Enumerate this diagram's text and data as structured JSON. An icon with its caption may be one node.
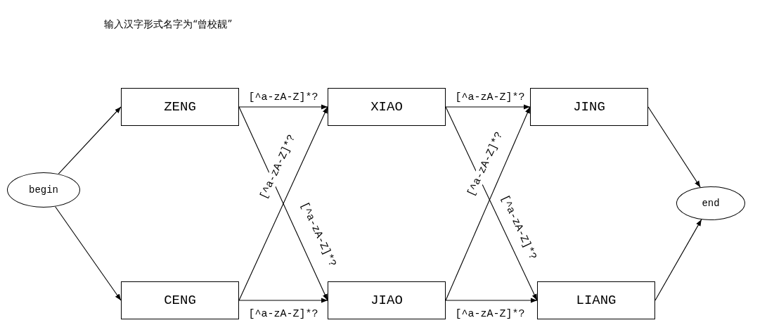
{
  "diagram": {
    "title": "输入汉字形式名字为“曾校靓”",
    "nodes": [
      {
        "text": [
          "begin"
        ]
      },
      {
        "text": [
          "ZENG"
        ]
      },
      {
        "text": [
          "CENG"
        ]
      },
      {
        "text": [
          "XIAO"
        ]
      },
      {
        "text": [
          "JIAO"
        ]
      },
      {
        "text": [
          "JING"
        ]
      },
      {
        "text": [
          "LIANG"
        ]
      },
      {
        "text": [
          "end"
        ]
      }
    ],
    "edges": [
      {
        "from": 0,
        "to": 1,
        "arrow": "to"
      },
      {
        "from": 0,
        "to": 2,
        "arrow": "to"
      },
      {
        "from": 1,
        "to": 3,
        "arrow": "to",
        "label": "[^a-zA-Z]*?"
      },
      {
        "from": 1,
        "to": 4,
        "arrow": "to",
        "label": "[^a-zA-Z]*?"
      },
      {
        "from": 2,
        "to": 3,
        "arrow": "to",
        "label": "[^a-zA-Z]*?"
      },
      {
        "from": 2,
        "to": 4,
        "arrow": "to",
        "label": "[^a-zA-Z]*?"
      },
      {
        "from": 3,
        "to": 5,
        "arrow": "to",
        "label": "[^a-zA-Z]*?"
      },
      {
        "from": 3,
        "to": 6,
        "arrow": "to",
        "label": "[^a-zA-Z]*?"
      },
      {
        "from": 4,
        "to": 5,
        "arrow": "to",
        "label": "[^a-zA-Z]*?"
      },
      {
        "from": 4,
        "to": 6,
        "arrow": "to",
        "label": "[^a-zA-Z]*?"
      },
      {
        "from": 5,
        "to": 7,
        "arrow": "to"
      },
      {
        "from": 6,
        "to": 7,
        "arrow": "to"
      }
    ]
  }
}
